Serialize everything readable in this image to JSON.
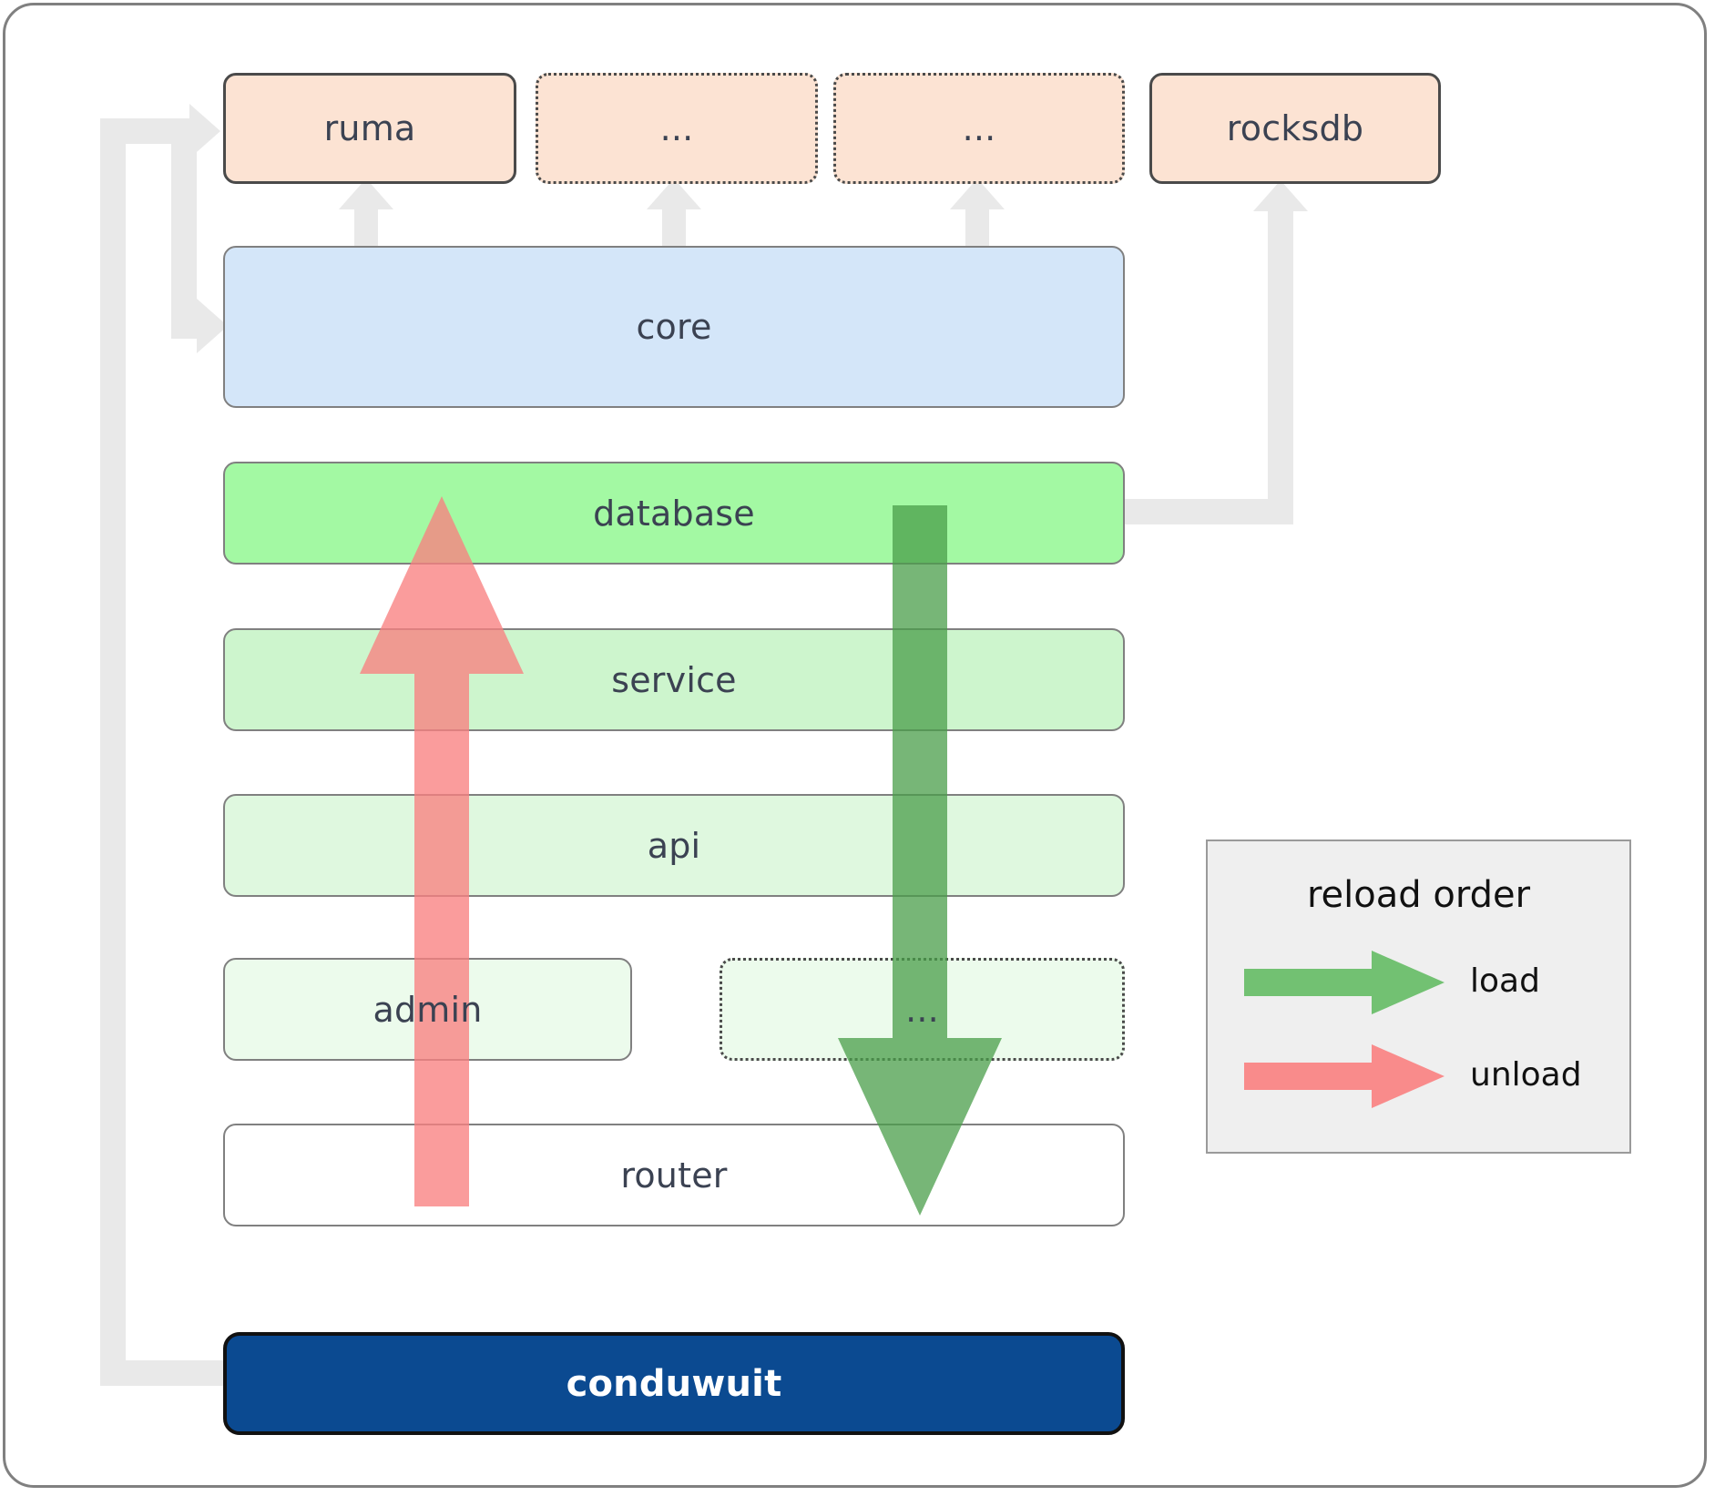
{
  "diagram": {
    "title": "conduwuit crate architecture / reload order",
    "dependencies": [
      {
        "id": "ruma",
        "label": "ruma",
        "style": "solid"
      },
      {
        "id": "dep2",
        "label": "...",
        "style": "dotted"
      },
      {
        "id": "dep3",
        "label": "...",
        "style": "dotted"
      },
      {
        "id": "rocksdb",
        "label": "rocksdb",
        "style": "solid"
      }
    ],
    "layers": [
      {
        "id": "core",
        "label": "core",
        "style": "solid"
      },
      {
        "id": "database",
        "label": "database",
        "style": "solid"
      },
      {
        "id": "service",
        "label": "service",
        "style": "solid"
      },
      {
        "id": "api",
        "label": "api",
        "style": "solid"
      },
      {
        "id": "admin",
        "label": "admin",
        "style": "solid"
      },
      {
        "id": "more",
        "label": "...",
        "style": "dotted"
      },
      {
        "id": "router",
        "label": "router",
        "style": "solid"
      }
    ],
    "binary": {
      "id": "conduwuit",
      "label": "conduwuit"
    }
  },
  "legend": {
    "title": "reload order",
    "entries": [
      {
        "id": "load",
        "label": "load",
        "color": "#5cb85c"
      },
      {
        "id": "unload",
        "label": "unload",
        "color": "#f98080"
      }
    ]
  },
  "colors": {
    "peach": "#fce3d3",
    "blue": "#d4e6f9",
    "green_strong": "#a3f9a3",
    "green_mid": "#cdf5cd",
    "green_light": "#dff8df",
    "green_faint": "#ecfbec",
    "navy": "#0b4a91",
    "connector_grey": "#e9e9e9",
    "load_green": "#5cb85c",
    "unload_red": "#f98080",
    "border_grey": "#808080",
    "legend_bg": "#efefef"
  }
}
